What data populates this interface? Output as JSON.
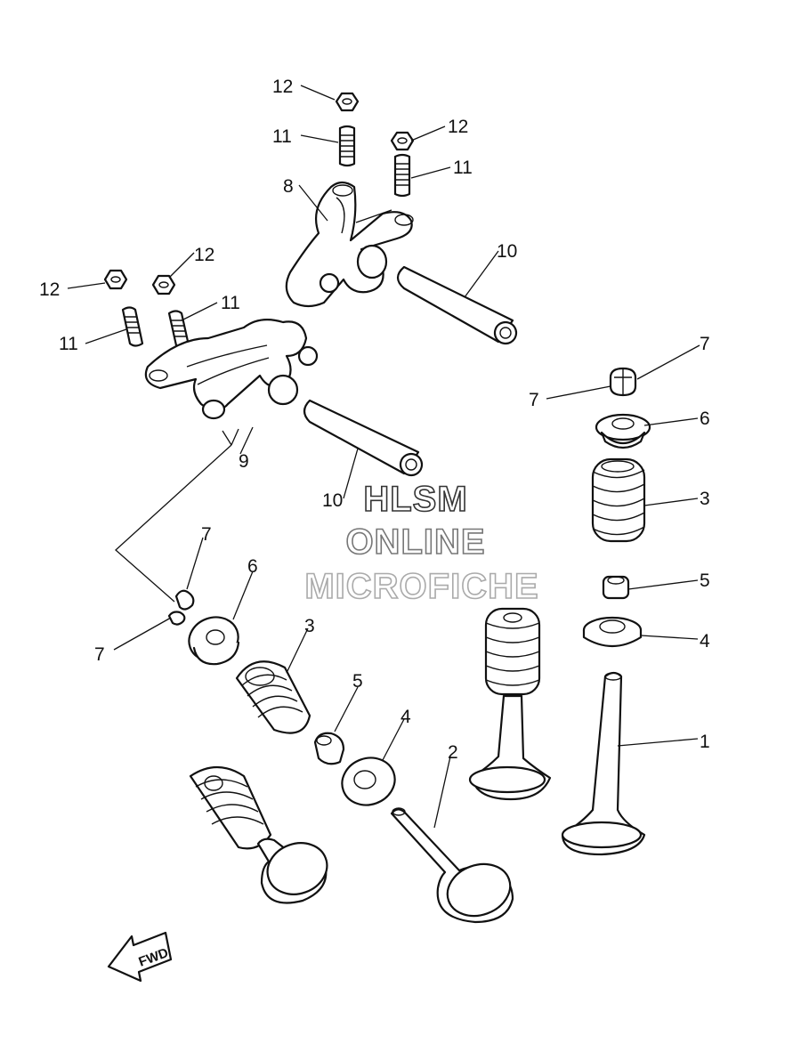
{
  "callouts": [
    {
      "id": "c12a",
      "label": "12"
    },
    {
      "id": "c11a",
      "label": "11"
    },
    {
      "id": "c12b",
      "label": "12"
    },
    {
      "id": "c11b",
      "label": "11"
    },
    {
      "id": "c8",
      "label": "8"
    },
    {
      "id": "c10a",
      "label": "10"
    },
    {
      "id": "c12c",
      "label": "12"
    },
    {
      "id": "c12d",
      "label": "12"
    },
    {
      "id": "c11c",
      "label": "11"
    },
    {
      "id": "c11d",
      "label": "11"
    },
    {
      "id": "c7a",
      "label": "7"
    },
    {
      "id": "c7b",
      "label": "7"
    },
    {
      "id": "c6a",
      "label": "6"
    },
    {
      "id": "c9",
      "label": "9"
    },
    {
      "id": "c10b",
      "label": "10"
    },
    {
      "id": "c3a",
      "label": "3"
    },
    {
      "id": "c7c",
      "label": "7"
    },
    {
      "id": "c6b",
      "label": "6"
    },
    {
      "id": "c5a",
      "label": "5"
    },
    {
      "id": "c4a",
      "label": "4"
    },
    {
      "id": "c7d",
      "label": "7"
    },
    {
      "id": "c3b",
      "label": "3"
    },
    {
      "id": "c5b",
      "label": "5"
    },
    {
      "id": "c4b",
      "label": "4"
    },
    {
      "id": "c2",
      "label": "2"
    },
    {
      "id": "c1",
      "label": "1"
    }
  ],
  "watermark": {
    "line1": "HLSM",
    "line2": "ONLINE",
    "line3": "MICROFICHE",
    "colors": [
      "#333333",
      "#777777",
      "#aaaaaa"
    ]
  },
  "fwd_label": "FWD"
}
